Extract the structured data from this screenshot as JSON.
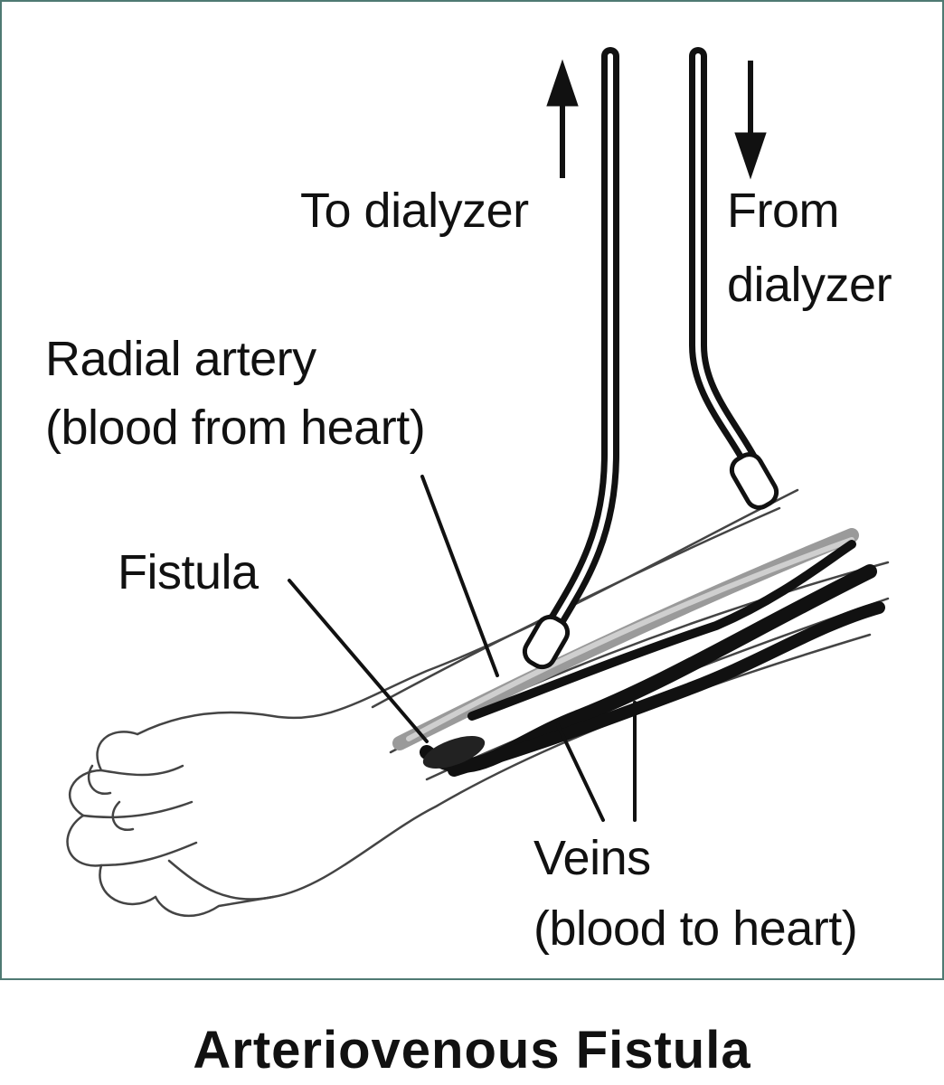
{
  "labels": {
    "to_dialyzer": "To dialyzer",
    "from_dialyzer_line1": "From",
    "from_dialyzer_line2": "dialyzer",
    "radial_artery_line1": "Radial artery",
    "radial_artery_line2": "(blood from heart)",
    "fistula": "Fistula",
    "veins_line1": "Veins",
    "veins_line2": "(blood to heart)"
  },
  "caption": "Arteriovenous Fistula",
  "colors": {
    "frame_border": "#4f7a73",
    "ink": "#111111",
    "artery_gray": "#9a9a9a",
    "background": "#ffffff"
  }
}
